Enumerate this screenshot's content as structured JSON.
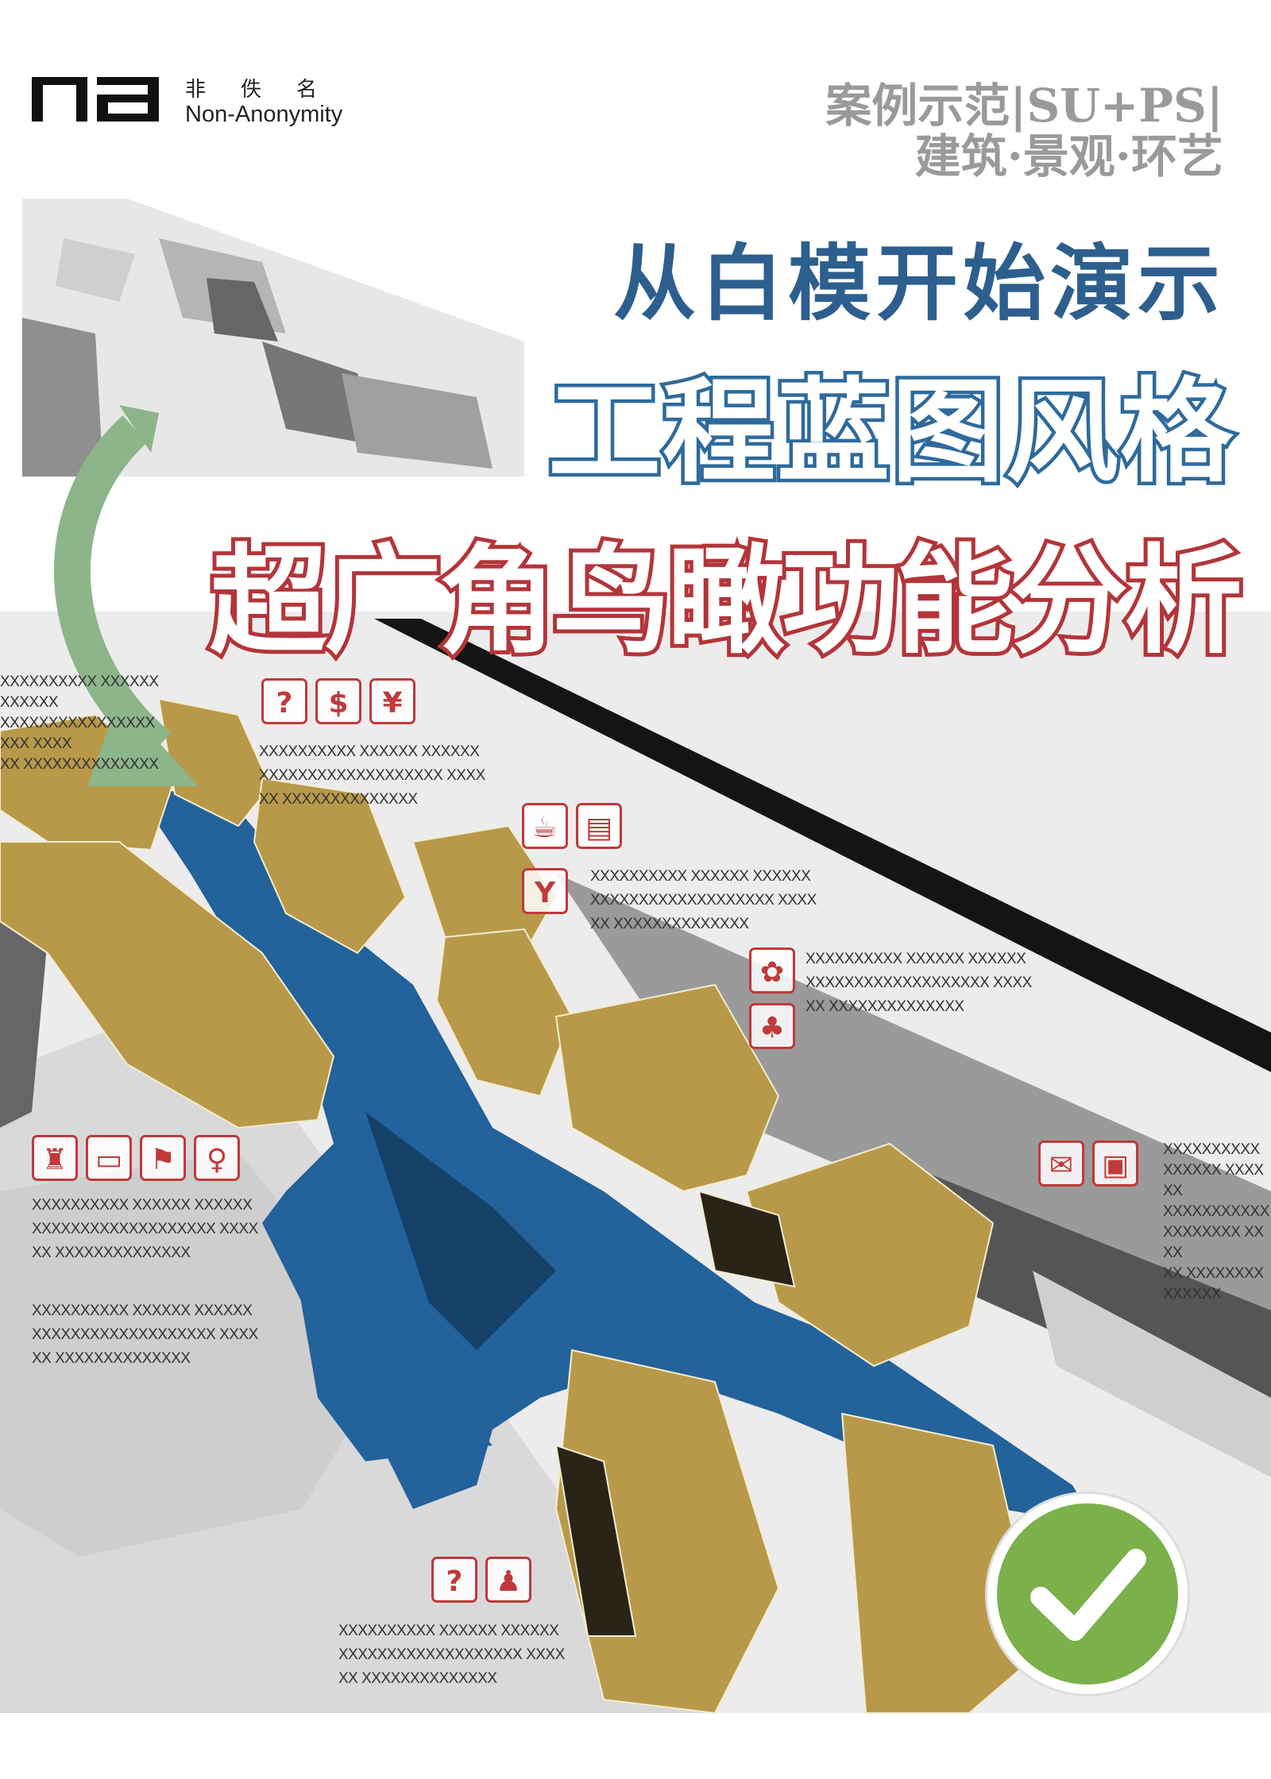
{
  "logo": {
    "mark": "na",
    "name_cn": "非佚名",
    "name_en": "Non-Anonymity"
  },
  "tagline": {
    "line1": "案例示范|SU+PS|",
    "line2": "建筑·景观·环艺"
  },
  "title": {
    "line1": "从白模开始演示",
    "line2": "工程蓝图风格",
    "line3": "超广角鸟瞰功能分析"
  },
  "placeholder_text": {
    "line1": "XXXXXXXXXX XXXXXX XXXXXX",
    "line2": "XXXXXXXXXXXXXXXXXXX XXXX",
    "line3": "XX XXXXXXXXXXXXXX"
  },
  "icon_groups": [
    [
      "information-desk-icon",
      "currency-exchange-icon",
      "cashier-yuan-icon"
    ],
    [
      "coffee-icon",
      "fast-food-icon",
      "wine-bar-icon"
    ],
    [
      "flower-shop-icon",
      "park-tree-icon"
    ],
    [
      "restroom-family-icon",
      "bed-rest-icon",
      "sports-icon",
      "fitness-icon"
    ],
    [
      "post-mail-icon",
      "luggage-icon"
    ],
    [
      "information-desk-icon",
      "service-counter-icon"
    ]
  ],
  "colors": {
    "blue": "#2f6a9c",
    "red": "#b3353a",
    "gold": "#b8994a",
    "green": "#7bb04a",
    "plaza": "#23629a"
  }
}
